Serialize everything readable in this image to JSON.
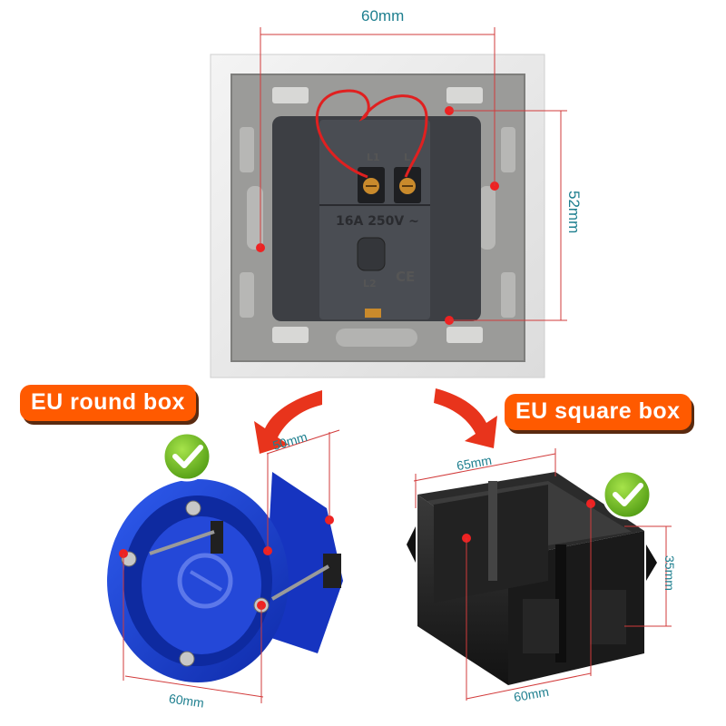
{
  "dimensions": {
    "plate_width": "60mm",
    "plate_height": "52mm",
    "round_depth": "50mm",
    "round_diameter": "60mm",
    "square_width": "65mm",
    "square_depth": "35mm",
    "square_base": "60mm"
  },
  "labels": {
    "round_box": "EU round box",
    "square_box": "EU square box"
  },
  "socket_marks": {
    "l1": "L1",
    "l": "L",
    "rating": "16A 250V ~",
    "l2": "L2",
    "ce": "CE"
  },
  "colors": {
    "accent_orange": "#ff5a00",
    "arrow_red": "#e8341c",
    "dimension_text": "#1e7f8f",
    "check_green": "#6fbf1e",
    "round_box_blue": "#1a3fd6",
    "plate_grey": "#9a9a98"
  },
  "icons": [
    "check-badge-icon",
    "curved-arrow-icon"
  ]
}
